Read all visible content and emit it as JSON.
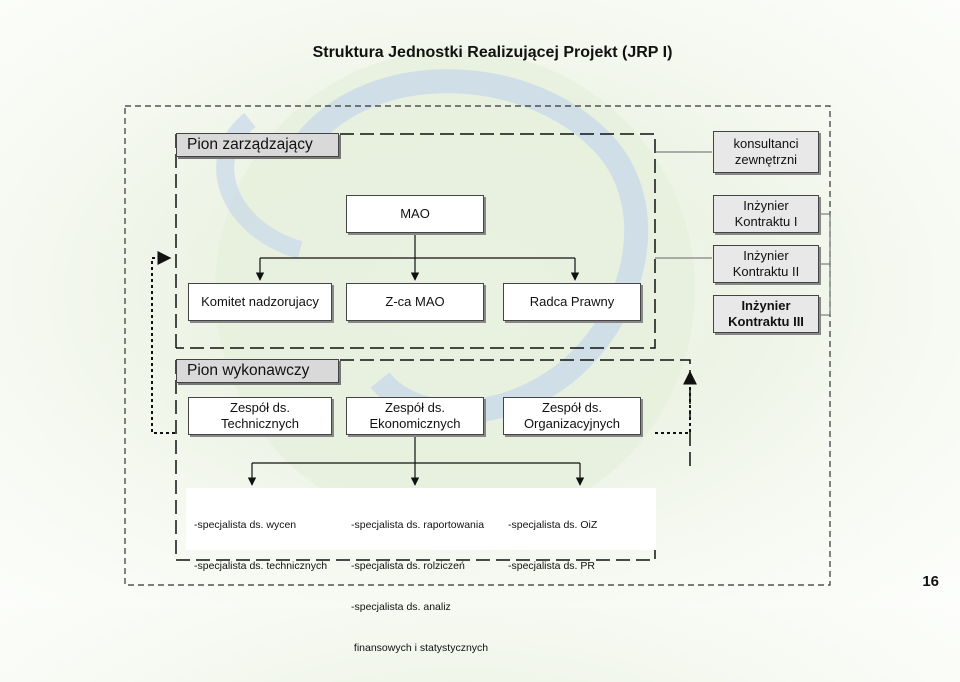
{
  "title": "Struktura Jednostki Realizującej Projekt (JRP I)",
  "page_number": "16",
  "management": {
    "header": "Pion zarządzający",
    "mao": "MAO",
    "komitet": "Komitet nadzorujacy",
    "zca": "Z-ca MAO",
    "radca": "Radca Prawny"
  },
  "external": {
    "konsultanci": "konsultanci\nzewnętrzni",
    "inzynier_1": "Inżynier\nKontraktu I",
    "inzynier_2": "Inżynier\nKontraktu II",
    "inzynier_3": "Inżynier\nKontraktu III"
  },
  "executive": {
    "header": "Pion wykonawczy",
    "team_1": "Zespół ds.\nTechnicznych",
    "team_2": "Zespół ds.\nEkonomicznych",
    "team_3": "Zespół ds.\nOrganizacyjnych"
  },
  "specialists": {
    "col_1": [
      "-specjalista ds. wycen",
      "-specjalista ds. technicznych"
    ],
    "col_2": [
      "-specjalista ds. raportowania",
      "-specjalista ds. rolziczeń",
      "-specjalista ds. analiz",
      " finansowych i statystycznych"
    ],
    "col_3": [
      "-specjalista ds. OiZ",
      "-specjalista ds. PR"
    ]
  }
}
